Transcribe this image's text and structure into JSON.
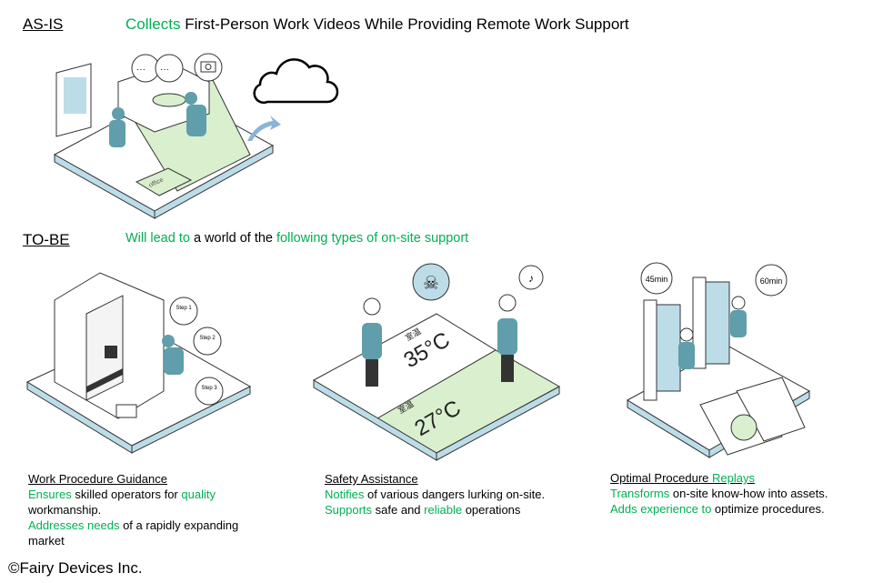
{
  "asis": {
    "label": "AS-IS",
    "title_green": "Collects",
    "title_rest": " First-Person Work Videos While Providing Remote Work Support",
    "illustration_text": "office"
  },
  "tobe": {
    "label": "TO-BE",
    "sub_green1": "Will lead to",
    "sub_mid": " a world of the ",
    "sub_green2": "following types of on-site support"
  },
  "panels": [
    {
      "title": "Work Procedure Guidance",
      "lines": [
        {
          "g1": "Ensures",
          "t1": " skilled operators for ",
          "g2": "quality",
          "t2": " workmanship."
        },
        {
          "g1": "Addresses needs",
          "t1": " of a rapidly expanding market",
          "g2": "",
          "t2": ""
        }
      ],
      "steps": [
        "Step 1",
        "Step 2",
        "Step 3"
      ]
    },
    {
      "title": "Safety Assistance",
      "lines": [
        {
          "g1": "Notifies",
          "t1": " of various dangers lurking on-site.",
          "g2": "",
          "t2": ""
        },
        {
          "g1": "Supports",
          "t1": " safe and ",
          "g2": "reliable",
          "t2": " operations"
        }
      ],
      "temps": [
        "35°C",
        "27°C"
      ],
      "temp_label": "室温"
    },
    {
      "title": "Optimal Procedure ",
      "title_green": "Replays",
      "lines": [
        {
          "g1": "Transforms",
          "t1": " on-site know-how into assets.",
          "g2": "",
          "t2": ""
        },
        {
          "g1": "Adds experience to",
          "t1": " optimize procedures.",
          "g2": "",
          "t2": ""
        }
      ],
      "times": [
        "45min",
        "60min"
      ]
    }
  ],
  "copyright": "©Fairy Devices Inc.",
  "colors": {
    "green": "#00b050",
    "worker": "#5f9eaa",
    "floor_green": "#d9efce",
    "floor_edge": "#bcdce8"
  }
}
